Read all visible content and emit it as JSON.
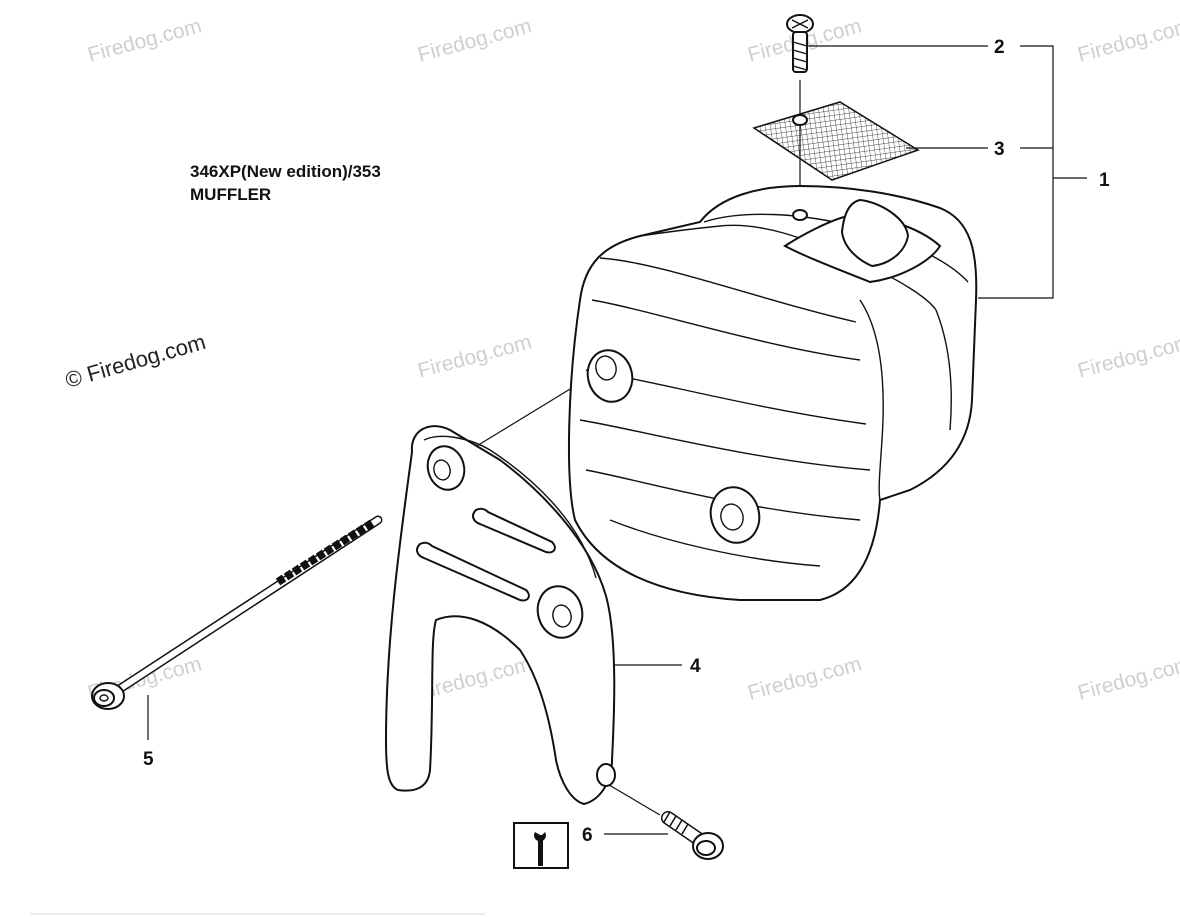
{
  "title": {
    "line1": "346XP(New edition)/353",
    "line2": "MUFFLER"
  },
  "callouts": [
    "1",
    "2",
    "3",
    "4",
    "5",
    "6"
  ],
  "watermark": {
    "text": "Firedog.com",
    "main_text": "© Firedog.com"
  },
  "icon": {
    "name": "service-info-icon"
  },
  "colors": {
    "line": "#111111",
    "watermark": "#cfcfcf",
    "background": "#ffffff"
  }
}
